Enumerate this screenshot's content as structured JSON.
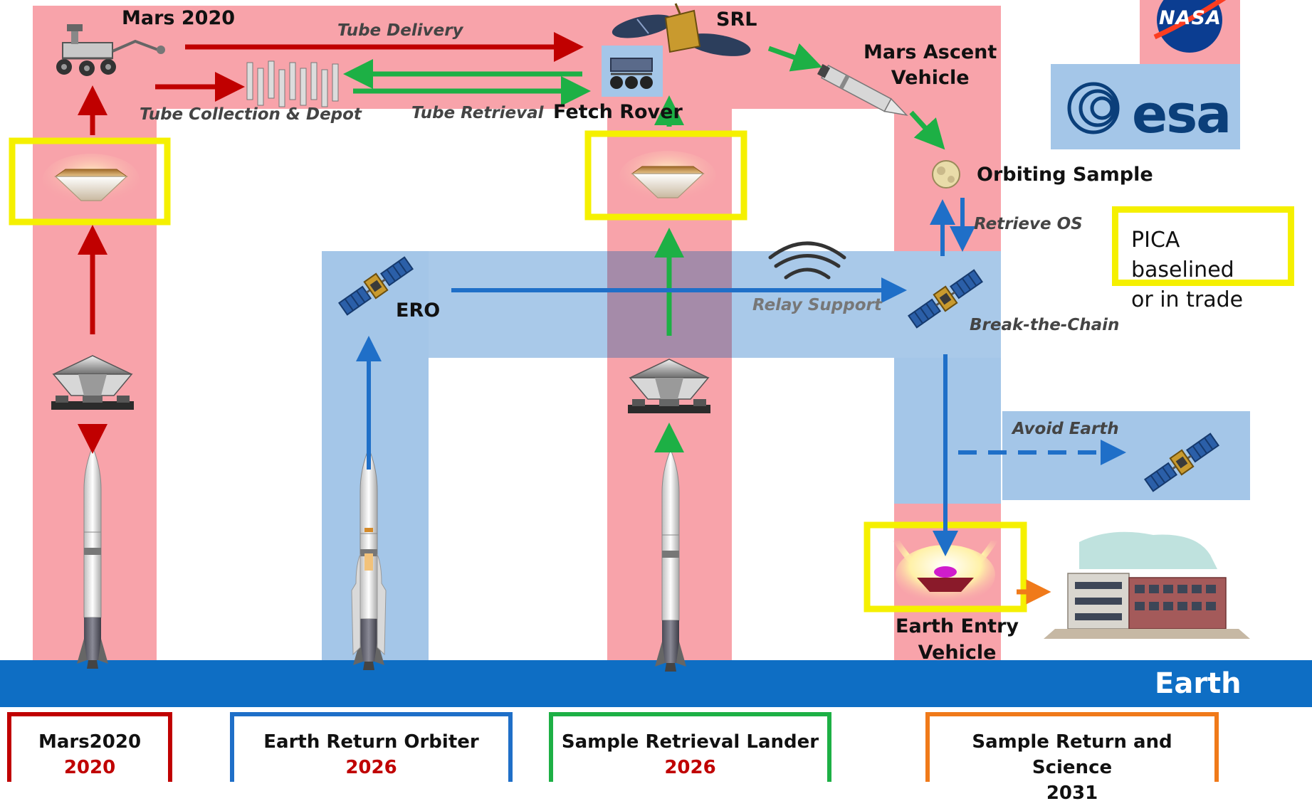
{
  "nodes": {
    "mars2020": "Mars 2020",
    "srl": "SRL",
    "mav": [
      "Mars Ascent",
      "Vehicle"
    ],
    "fetch_rover": "Fetch Rover",
    "orbiting_sample": "Orbiting Sample",
    "ero": "ERO",
    "break_chain": "Break-the-Chain",
    "eev": [
      "Earth Entry",
      "Vehicle"
    ],
    "earth": "Earth"
  },
  "flows": {
    "tube_delivery": "Tube Delivery",
    "tube_collection": "Tube Collection & Depot",
    "tube_retrieval": "Tube Retrieval",
    "retrieve_os": "Retrieve OS",
    "relay_support": "Relay Support",
    "avoid_earth": "Avoid Earth"
  },
  "pica_note": [
    "PICA baselined",
    "or in trade"
  ],
  "logos": {
    "nasa": "NASA",
    "esa": "esa"
  },
  "legend": [
    {
      "name": "Mars2020",
      "year": "2020",
      "color": "#c00000"
    },
    {
      "name": "Earth Return Orbiter",
      "year": "2026",
      "color": "#1f6fc8"
    },
    {
      "name": "Sample Retrieval Lander",
      "year": "2026",
      "color": "#1db045"
    },
    {
      "name": "Sample Return and Science",
      "year": "2031",
      "color": "#f07a1a"
    }
  ],
  "colors": {
    "mars_band": "#f8a3aa",
    "orbit_band": "#a4c6e8",
    "earth_bar": "#0e6ec4",
    "pica_highlight": "#f5f000",
    "red_arrow": "#c00000",
    "green_arrow": "#1db045",
    "blue_arrow": "#1f6fc8",
    "orange_arrow": "#f07a1a"
  },
  "icons": [
    "rover-icon",
    "sample-tubes-icon",
    "lander-icon",
    "fetch-rover-icon",
    "ascent-vehicle-icon",
    "orbiting-sample-icon",
    "aeroshell-icon",
    "lander-platform-icon",
    "rocket-icon",
    "orbiter-satellite-icon",
    "relay-signal-icon",
    "entry-vehicle-icon",
    "science-facility-icon"
  ]
}
